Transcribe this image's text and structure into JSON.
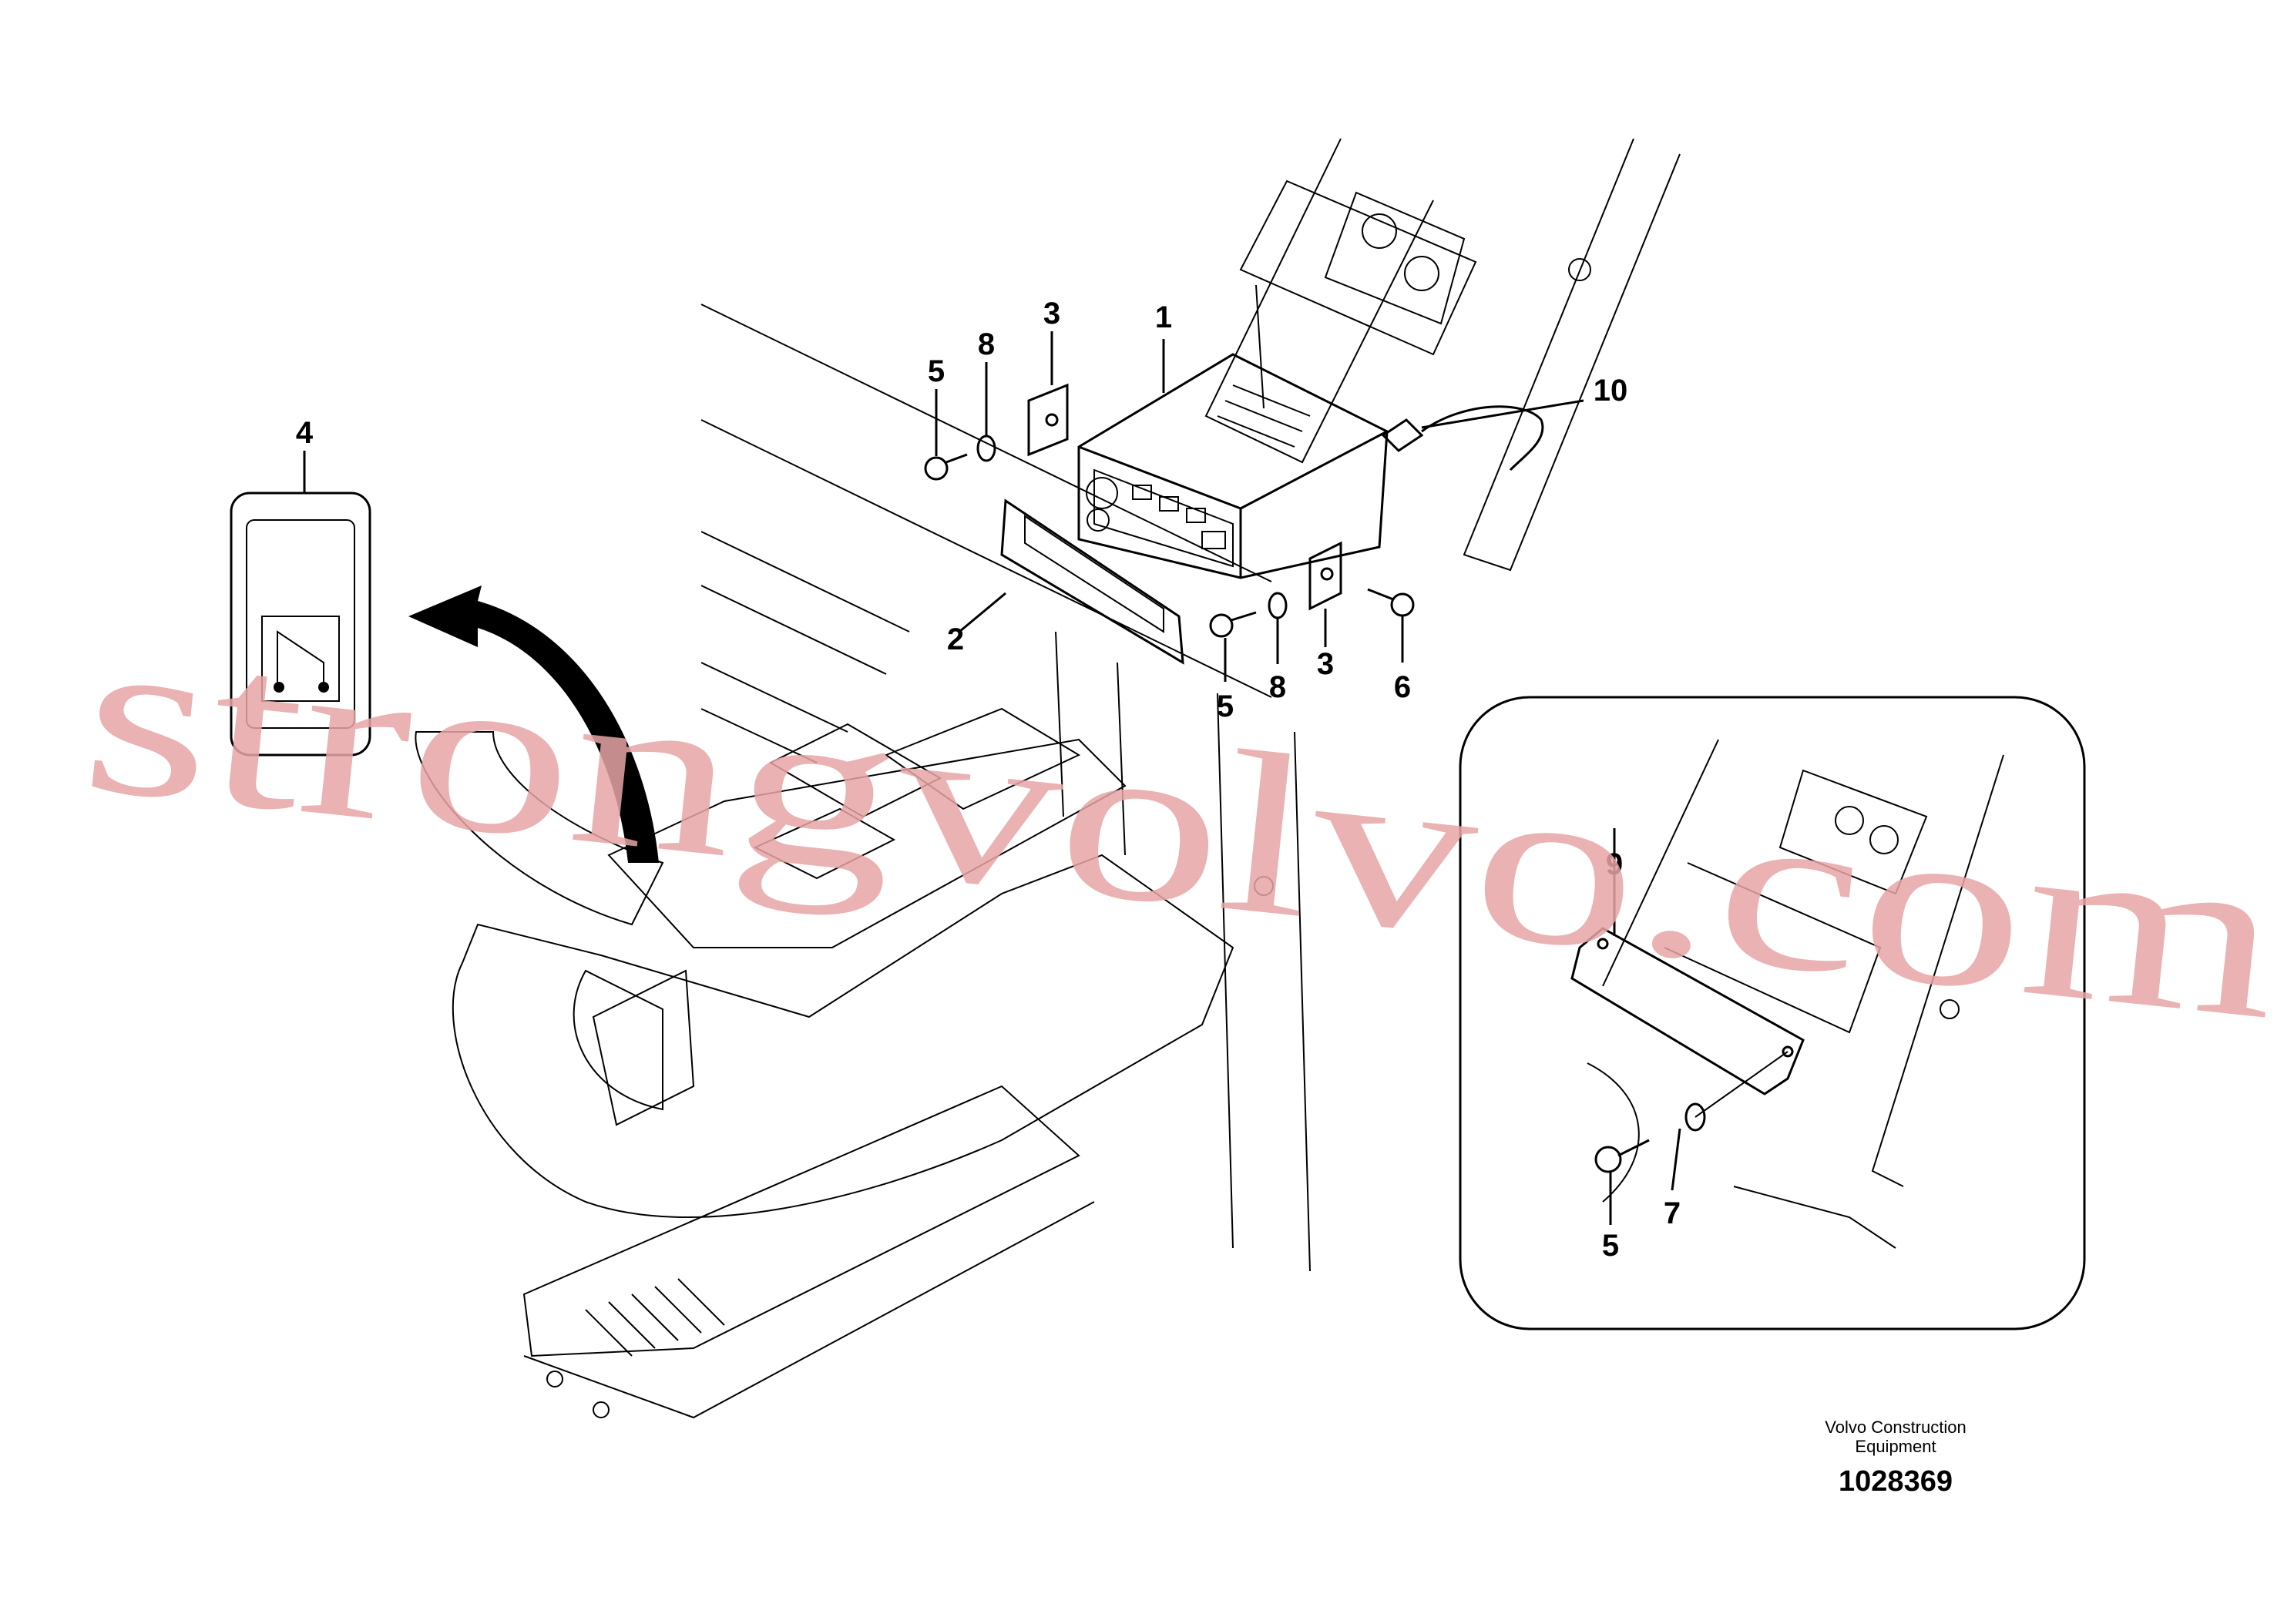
{
  "watermark": "strongvolvo.com",
  "footer": {
    "company_line1": "Volvo Construction",
    "company_line2": "Equipment",
    "drawing_number": "1028369"
  },
  "callouts": [
    {
      "id": "c1",
      "text": "1"
    },
    {
      "id": "c2",
      "text": "2"
    },
    {
      "id": "c3a",
      "text": "3"
    },
    {
      "id": "c3b",
      "text": "3"
    },
    {
      "id": "c4",
      "text": "4"
    },
    {
      "id": "c5a",
      "text": "5"
    },
    {
      "id": "c5b",
      "text": "5"
    },
    {
      "id": "c5c",
      "text": "5"
    },
    {
      "id": "c6",
      "text": "6"
    },
    {
      "id": "c7",
      "text": "7"
    },
    {
      "id": "c8a",
      "text": "8"
    },
    {
      "id": "c8b",
      "text": "8"
    },
    {
      "id": "c9",
      "text": "9"
    },
    {
      "id": "c10",
      "text": "10"
    }
  ]
}
